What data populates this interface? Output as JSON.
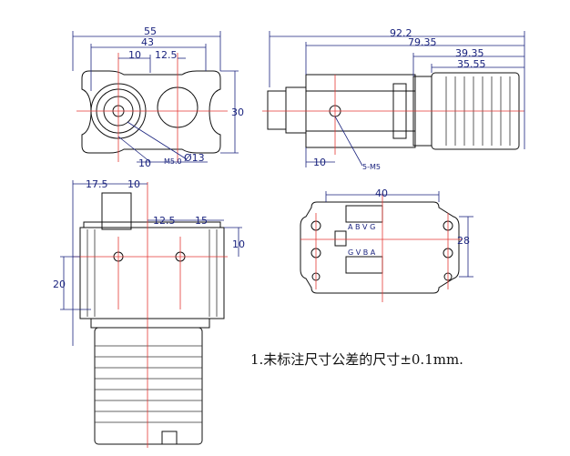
{
  "colors": {
    "outline": "#111111",
    "dimension": "#1a237e",
    "centerline": "#e53935"
  },
  "dims": {
    "front": {
      "w55": "55",
      "w43": "43",
      "w10": "10",
      "w12_5": "12.5",
      "h30": "30",
      "bottom10": "10",
      "thread": "M5.0",
      "bore": "Ø13"
    },
    "side": {
      "l92_2": "92.2",
      "l79_35": "79.35",
      "l39_35": "39.35",
      "l35_55": "35.55",
      "l10": "10",
      "holes": "5-M5"
    },
    "bottom": {
      "w40": "40",
      "h28": "28",
      "pins_top": "A B V G",
      "pins_bottom": "G V B A"
    },
    "top": {
      "w17_5": "17.5",
      "w10": "10",
      "w12_5": "12.5",
      "w15": "15",
      "h10": "10",
      "h20": "20"
    }
  },
  "note": "1.未标注尺寸公差的尺寸±0.1mm."
}
